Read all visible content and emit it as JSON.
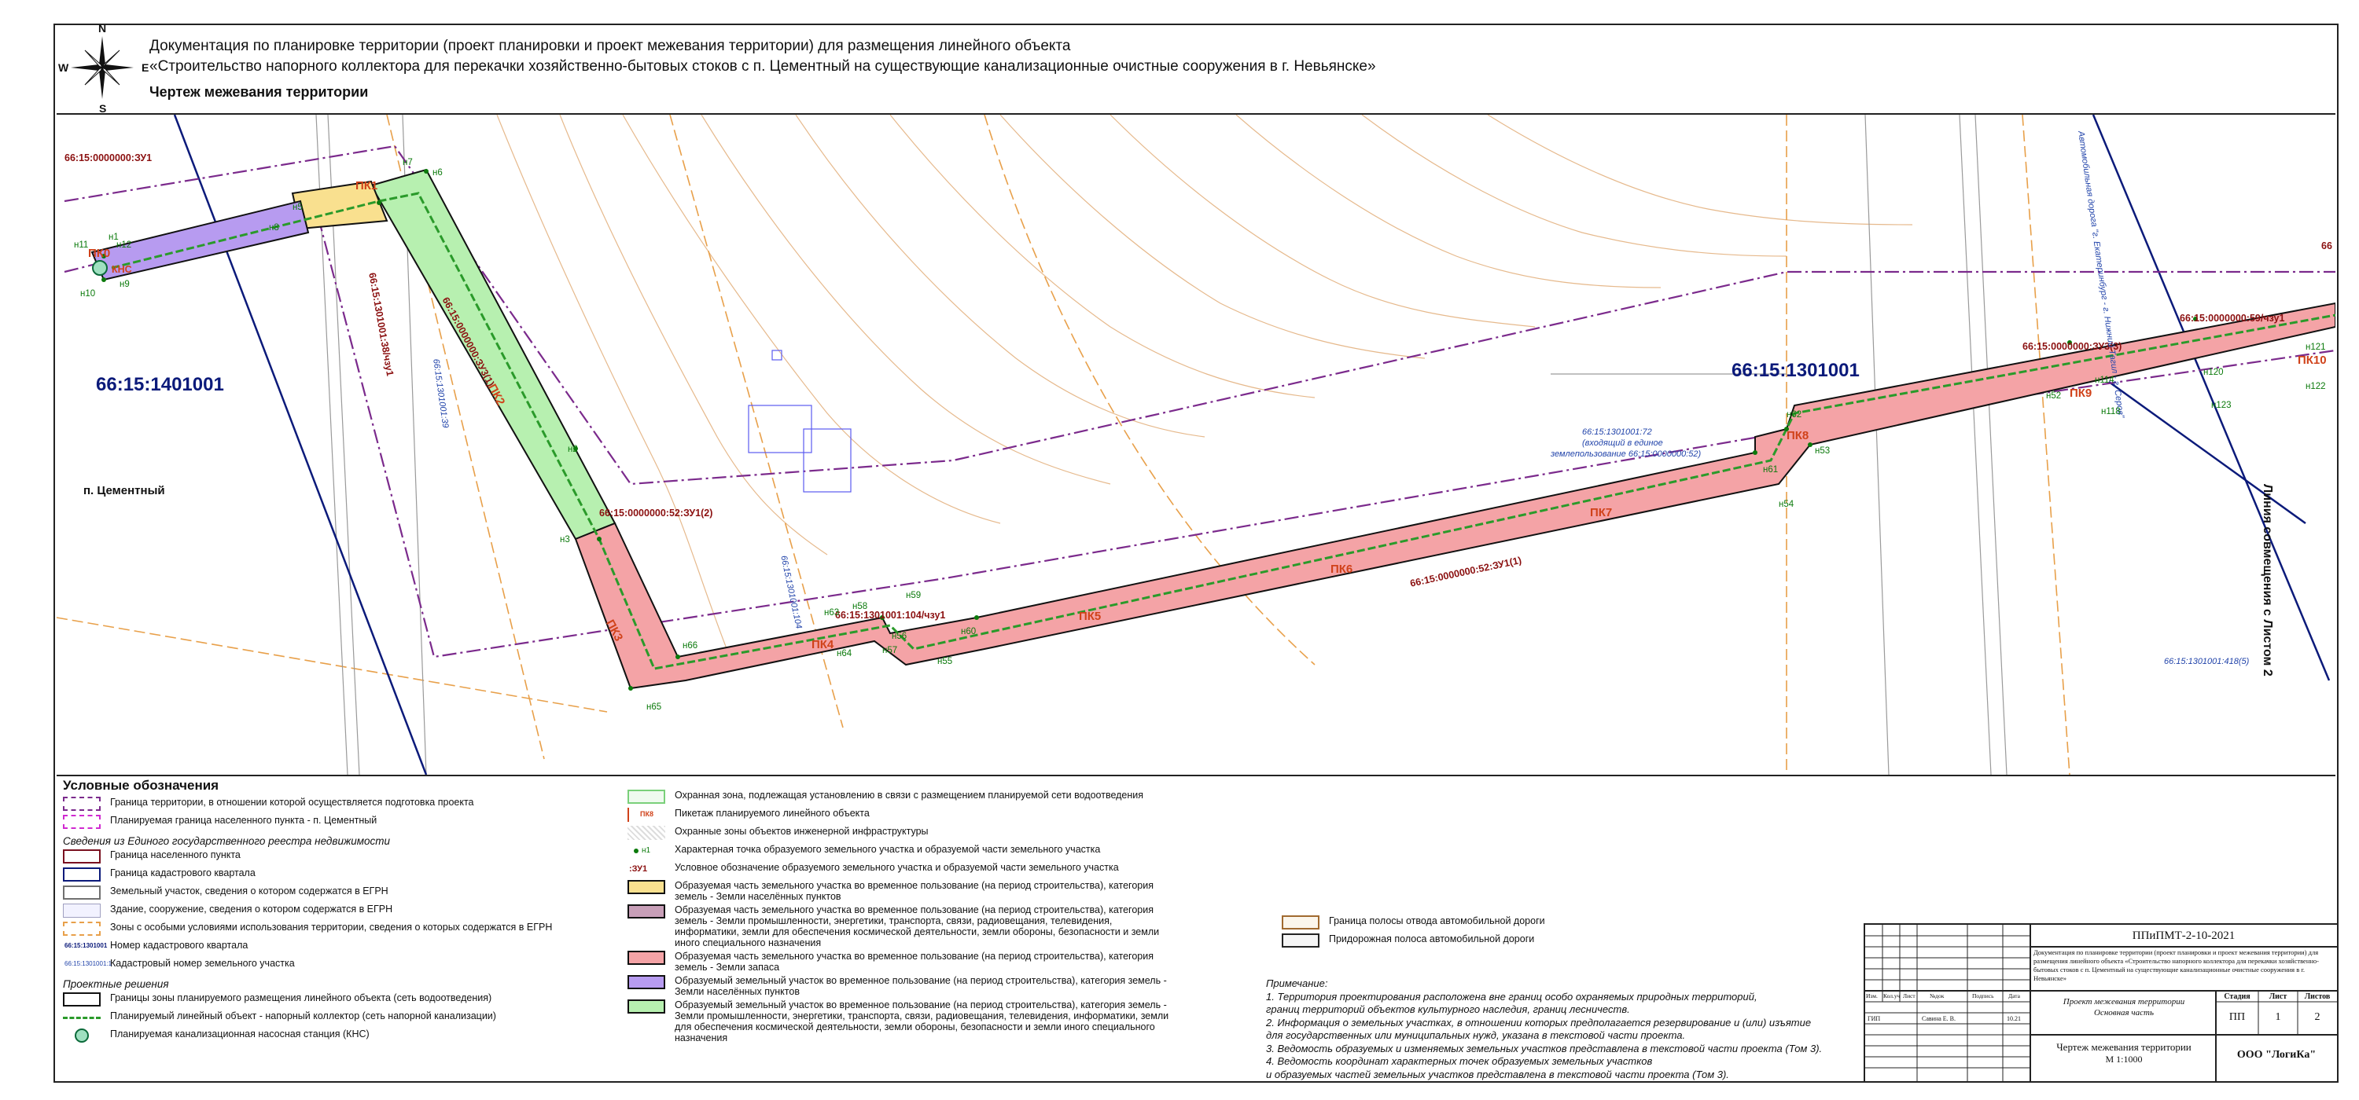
{
  "header": {
    "line1": "Документация по планировке территории (проект планировки и проект межевания территории) для размещения линейного объекта",
    "line2": "«Строительство напорного коллектора для перекачки хозяйственно-бытовых стоков с п. Цементный на существующие канализационные очистные сооружения в г. Невьянске»",
    "line3": "Чертеж межевания территории"
  },
  "compass": {
    "n": "N",
    "s": "S",
    "w": "W",
    "e": "E"
  },
  "map": {
    "quarters": {
      "left": "66:15:1401001",
      "right": "66:15:1301001"
    },
    "settlement": "п. Цементный",
    "combine_line": "Линия совмещения с Листом 2",
    "zu_labels": [
      "66:15:0000000:ЗУ1",
      "66:15:0000000:52:ЗУ1(2)",
      "66:15:1301001:104/чзу1",
      "66:15:0000000:ЗУ3(3)",
      "66:15:0000000:59/чзу1",
      "66:15:0000000:ЗУ3(1)",
      "66:15:1301001:38/чзу1",
      "66:15:0000000:52:ЗУ1(1)",
      "66"
    ],
    "small_labels": [
      "66:15:1301001:72",
      "(входящий в единое",
      "землепользование 66:15:0000000:52)",
      "66:15:1301001:418(5)",
      "66:15:1301001:39",
      "66:15:1301001:104"
    ],
    "pk": [
      "ПК0",
      "ПК1",
      "ПК2",
      "ПК3",
      "ПК4",
      "ПК5",
      "ПК6",
      "ПК7",
      "ПК8",
      "ПК9",
      "ПК10"
    ],
    "points": [
      "н1",
      "н2",
      "н3",
      "н5",
      "н6",
      "н7",
      "н8",
      "н9",
      "н10",
      "н11",
      "н12",
      "н52",
      "н53",
      "н54",
      "н55",
      "н56",
      "н57",
      "н58",
      "н59",
      "н60",
      "н61",
      "н62",
      "н63",
      "н64",
      "н65",
      "н66",
      "н114",
      "н118",
      "н120",
      "н121",
      "н122",
      "н123"
    ],
    "kns": "КНС",
    "road_text": "Автомобильная дорога \"г. Екатеринбург - г. Нижний Тагил - г. Серов\""
  },
  "legend": {
    "title": "Условные обозначения",
    "col1": [
      {
        "sym": "dashdot-purple",
        "text": "Граница территории, в отношении которой осуществляется подготовка проекта"
      },
      {
        "sym": "dash-magenta",
        "text": "Планируемая граница населенного пункта - п. Цементный"
      },
      {
        "section": "Сведения из Единого государственного реестра недвижимости"
      },
      {
        "sym": "box-darkred",
        "text": "Граница населенного пункта"
      },
      {
        "sym": "box-navy",
        "text": "Граница кадастрового квартала"
      },
      {
        "sym": "box-gray",
        "text": "Земельный участок, сведения о котором содержатся в ЕГРН"
      },
      {
        "sym": "box-light",
        "text": "Здание, сооружение, сведения о котором содержатся в ЕГРН"
      },
      {
        "sym": "box-orange-dash",
        "text": "Зоны с особыми условиями использования территории, сведения о которых содержатся в ЕГРН"
      },
      {
        "sym": "label-kv",
        "sym_text": "66:15:1301001",
        "text": "Номер кадастрового квартала"
      },
      {
        "sym": "label-zu",
        "sym_text": "66:15:1301001:1",
        "text": "Кадастровый номер земельного участка"
      },
      {
        "section": "Проектные решения"
      },
      {
        "sym": "box-black",
        "text": "Границы зоны планируемого размещения линейного объекта (сеть водоотведения)"
      },
      {
        "sym": "line-green",
        "text": "Планируемый линейный объект - напорный коллектор (сеть напорной канализации)"
      },
      {
        "sym": "circle-green",
        "text": "Планируемая канализационная насосная станция (КНС)"
      }
    ],
    "col2": [
      {
        "sym": "box-green-light",
        "text": "Охранная зона, подлежащая установлению в связи с размещением планируемой сети водоотведения"
      },
      {
        "sym": "pk-mark",
        "sym_text": "ПК8",
        "text": "Пикетаж планируемого линейного объекта"
      },
      {
        "sym": "box-hatch",
        "text": "Охранные зоны объектов инженерной инфраструктуры"
      },
      {
        "sym": "point",
        "sym_text": "н1",
        "text": "Характерная точка образуемого земельного участка и образуемой части земельного участка"
      },
      {
        "sym": "label-zu2",
        "sym_text": ":ЗУ1",
        "text": "Условное обозначение образуемого земельного участка и образуемой части земельного участка"
      },
      {
        "sym": "fill-yellow",
        "text": "Образуемая часть земельного участка во временное пользование (на период строительства), категория земель - Земли населённых пунктов"
      },
      {
        "sym": "fill-mauve",
        "text": "Образуемая часть земельного участка во временное пользование (на период строительства), категория земель - Земли промышленности, энергетики, транспорта, связи, радиовещания, телевидения, информатики, земли для обеспечения космической деятельности, земли обороны, безопасности и земли иного специального назначения"
      },
      {
        "sym": "fill-pink",
        "text": "Образуемая часть земельного участка во временное пользование (на период строительства), категория земель - Земли запаса"
      },
      {
        "sym": "fill-violet",
        "text": "Образуемый земельный участок во временное пользование (на период строительства), категория земель - Земли населённых пунктов"
      },
      {
        "sym": "fill-green",
        "text": "Образуемый земельный участок во временное пользование (на период строительства), категория земель - Земли промышленности, энергетики, транспорта, связи, радиовещания, телевидения, информатики, земли для обеспечения космической деятельности, земли обороны, безопасности и земли иного специального назначения"
      }
    ],
    "col3": [
      {
        "sym": "box-road-strip",
        "text": "Граница полосы отвода автомобильной дороги"
      },
      {
        "sym": "box-road-side",
        "text": "Придорожная полоса автомобильной дороги"
      }
    ]
  },
  "notes": {
    "title": "Примечание:",
    "lines": [
      "1. Территория проектирования расположена вне границ особо охраняемых природных территорий,",
      "границ территорий объектов культурного наследия, границ лесничеств.",
      "2. Информация о земельных участках, в отношении которых предполагается резервирование и (или) изъятие",
      "для государственных или муниципальных нужд, указана в текстовой части проекта.",
      "3. Ведомость образуемых и изменяемых земельных участков представлена в текстовой части проекта (Том 3).",
      "4. Ведомость координат характерных точек образуемых земельных участков",
      "и образуемых частей земельных участков представлена в текстовой части проекта (Том 3)."
    ]
  },
  "stamp": {
    "code": "ППиПМТ-2-10-2021",
    "desc": "Документация по планировке территории (проект планировки и проект межевания территории) для размещения линейного объекта «Строительство напорного коллектора для перекачки хозяйственно-бытовых стоков с п. Цементный на существующие канализационные очистные сооружения в г. Невьянске»",
    "cols": [
      "Изм.",
      "Кол.уч",
      "Лист",
      "№док",
      "Подпись",
      "Дата"
    ],
    "gip": "ГИП",
    "gip_name": "Савина Е. В.",
    "date": "10.21",
    "part": "Проект межевания территории",
    "part2": "Основная часть",
    "stage_h": "Стадия",
    "sheet_h": "Лист",
    "sheets_h": "Листов",
    "stage": "ПП",
    "sheet": "1",
    "sheets": "2",
    "title": "Чертеж межевания территории",
    "scale": "М 1:1000",
    "org": "ООО \"ЛогиКа\""
  },
  "colors": {
    "pink": "#f4a3a6",
    "green": "#b7f0b0",
    "violet": "#b79bf0",
    "yellow": "#f9e08f",
    "purple_line": "#7b2a8c",
    "navy": "#0b1a7a"
  }
}
